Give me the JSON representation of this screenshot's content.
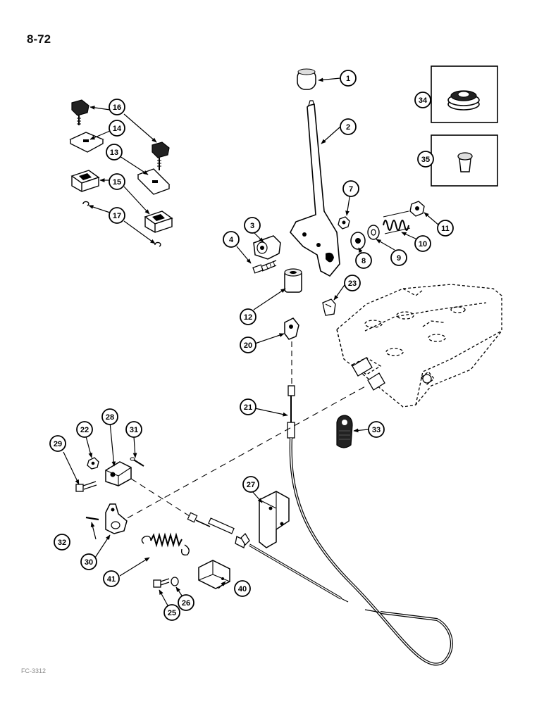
{
  "page": {
    "page_number": "8-72",
    "figure_code": "FC-3312"
  },
  "callouts": [
    {
      "id": "1",
      "label": "1"
    },
    {
      "id": "2",
      "label": "2"
    },
    {
      "id": "3",
      "label": "3"
    },
    {
      "id": "4",
      "label": "4"
    },
    {
      "id": "7",
      "label": "7"
    },
    {
      "id": "8",
      "label": "8"
    },
    {
      "id": "9",
      "label": "9"
    },
    {
      "id": "10",
      "label": "10"
    },
    {
      "id": "11",
      "label": "11"
    },
    {
      "id": "12",
      "label": "12"
    },
    {
      "id": "13",
      "label": "13"
    },
    {
      "id": "14",
      "label": "14"
    },
    {
      "id": "15",
      "label": "15"
    },
    {
      "id": "16",
      "label": "16"
    },
    {
      "id": "17",
      "label": "17"
    },
    {
      "id": "20",
      "label": "20"
    },
    {
      "id": "21",
      "label": "21"
    },
    {
      "id": "22",
      "label": "22"
    },
    {
      "id": "23",
      "label": "23"
    },
    {
      "id": "25",
      "label": "25"
    },
    {
      "id": "26",
      "label": "26"
    },
    {
      "id": "27",
      "label": "27"
    },
    {
      "id": "28",
      "label": "28"
    },
    {
      "id": "29",
      "label": "29"
    },
    {
      "id": "30",
      "label": "30"
    },
    {
      "id": "31",
      "label": "31"
    },
    {
      "id": "32",
      "label": "32"
    },
    {
      "id": "33",
      "label": "33"
    },
    {
      "id": "34",
      "label": "34"
    },
    {
      "id": "35",
      "label": "35"
    },
    {
      "id": "40",
      "label": "40"
    },
    {
      "id": "41",
      "label": "41"
    }
  ]
}
